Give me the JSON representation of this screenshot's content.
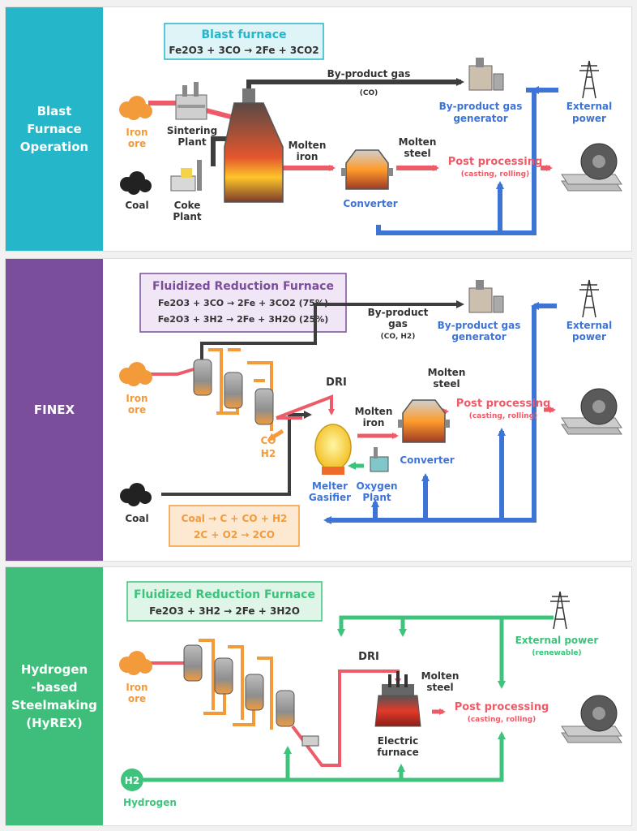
{
  "colors": {
    "blast": "#25b6c9",
    "finex": "#7a4e9a",
    "hyrex": "#3fbd7b",
    "red": "#ee5b68",
    "blue": "#3e74d6",
    "green": "#3ec37c",
    "orange": "#f39a3a",
    "dark": "#3d3d3d"
  },
  "section1": {
    "side": "Blast\nFurnace\nOperation",
    "title": "Blast furnace",
    "equation": "Fe2O3 + 3CO → 2Fe + 3CO2",
    "iron_ore": [
      "Iron",
      "ore"
    ],
    "coal": "Coal",
    "sintering": [
      "Sintering",
      "Plant"
    ],
    "coke": [
      "Coke",
      "Plant"
    ],
    "byproduct_gas": "By-product gas",
    "byproduct_gas_sub": "(CO)",
    "generator": [
      "By-product gas",
      "generator"
    ],
    "external_power": [
      "External",
      "power"
    ],
    "molten_iron": [
      "Molten",
      "iron"
    ],
    "molten_steel": [
      "Molten",
      "steel"
    ],
    "post_processing": "Post processing",
    "post_sub": "(casting, rolling)",
    "converter": "Converter"
  },
  "section2": {
    "side": "FINEX",
    "title": "Fluidized Reduction Furnace",
    "eq1": "Fe2O3 + 3CO → 2Fe + 3CO2 (75%)",
    "eq2": "Fe2O3 + 3H2 → 2Fe + 3H2O (25%)",
    "byproduct_gas": [
      "By-product",
      "gas"
    ],
    "byproduct_gas_sub": "(CO, H2)",
    "generator": [
      "By-product gas",
      "generator"
    ],
    "external_power": [
      "External",
      "power"
    ],
    "iron_ore": [
      "Iron",
      "ore"
    ],
    "dri": "DRI",
    "co": "CO",
    "h2": "H2",
    "molten_iron": [
      "Molten",
      "iron"
    ],
    "molten_steel": [
      "Molten",
      "steel"
    ],
    "converter": "Converter",
    "post_processing": "Post processing",
    "post_sub": "(casting, rolling)",
    "melter": [
      "Melter",
      "Gasifier"
    ],
    "oxygen": [
      "Oxygen",
      "Plant"
    ],
    "coal": "Coal",
    "reaction1": "Coal → C + CO + H2",
    "reaction2": "2C + O2 → 2CO"
  },
  "section3": {
    "side": "Hydrogen\n-based\nSteelmaking\n(HyREX)",
    "title": "Fluidized Reduction Furnace",
    "equation": "Fe2O3 + 3H2 → 2Fe + 3H2O",
    "external_power": "External power",
    "external_sub": "(renewable)",
    "iron_ore": [
      "Iron",
      "ore"
    ],
    "dri": "DRI",
    "molten_steel": [
      "Molten",
      "steel"
    ],
    "post_processing": "Post processing",
    "post_sub": "(casting, rolling)",
    "electric": [
      "Electric",
      "furnace"
    ],
    "h2_icon": "H2",
    "hydrogen": "Hydrogen"
  }
}
